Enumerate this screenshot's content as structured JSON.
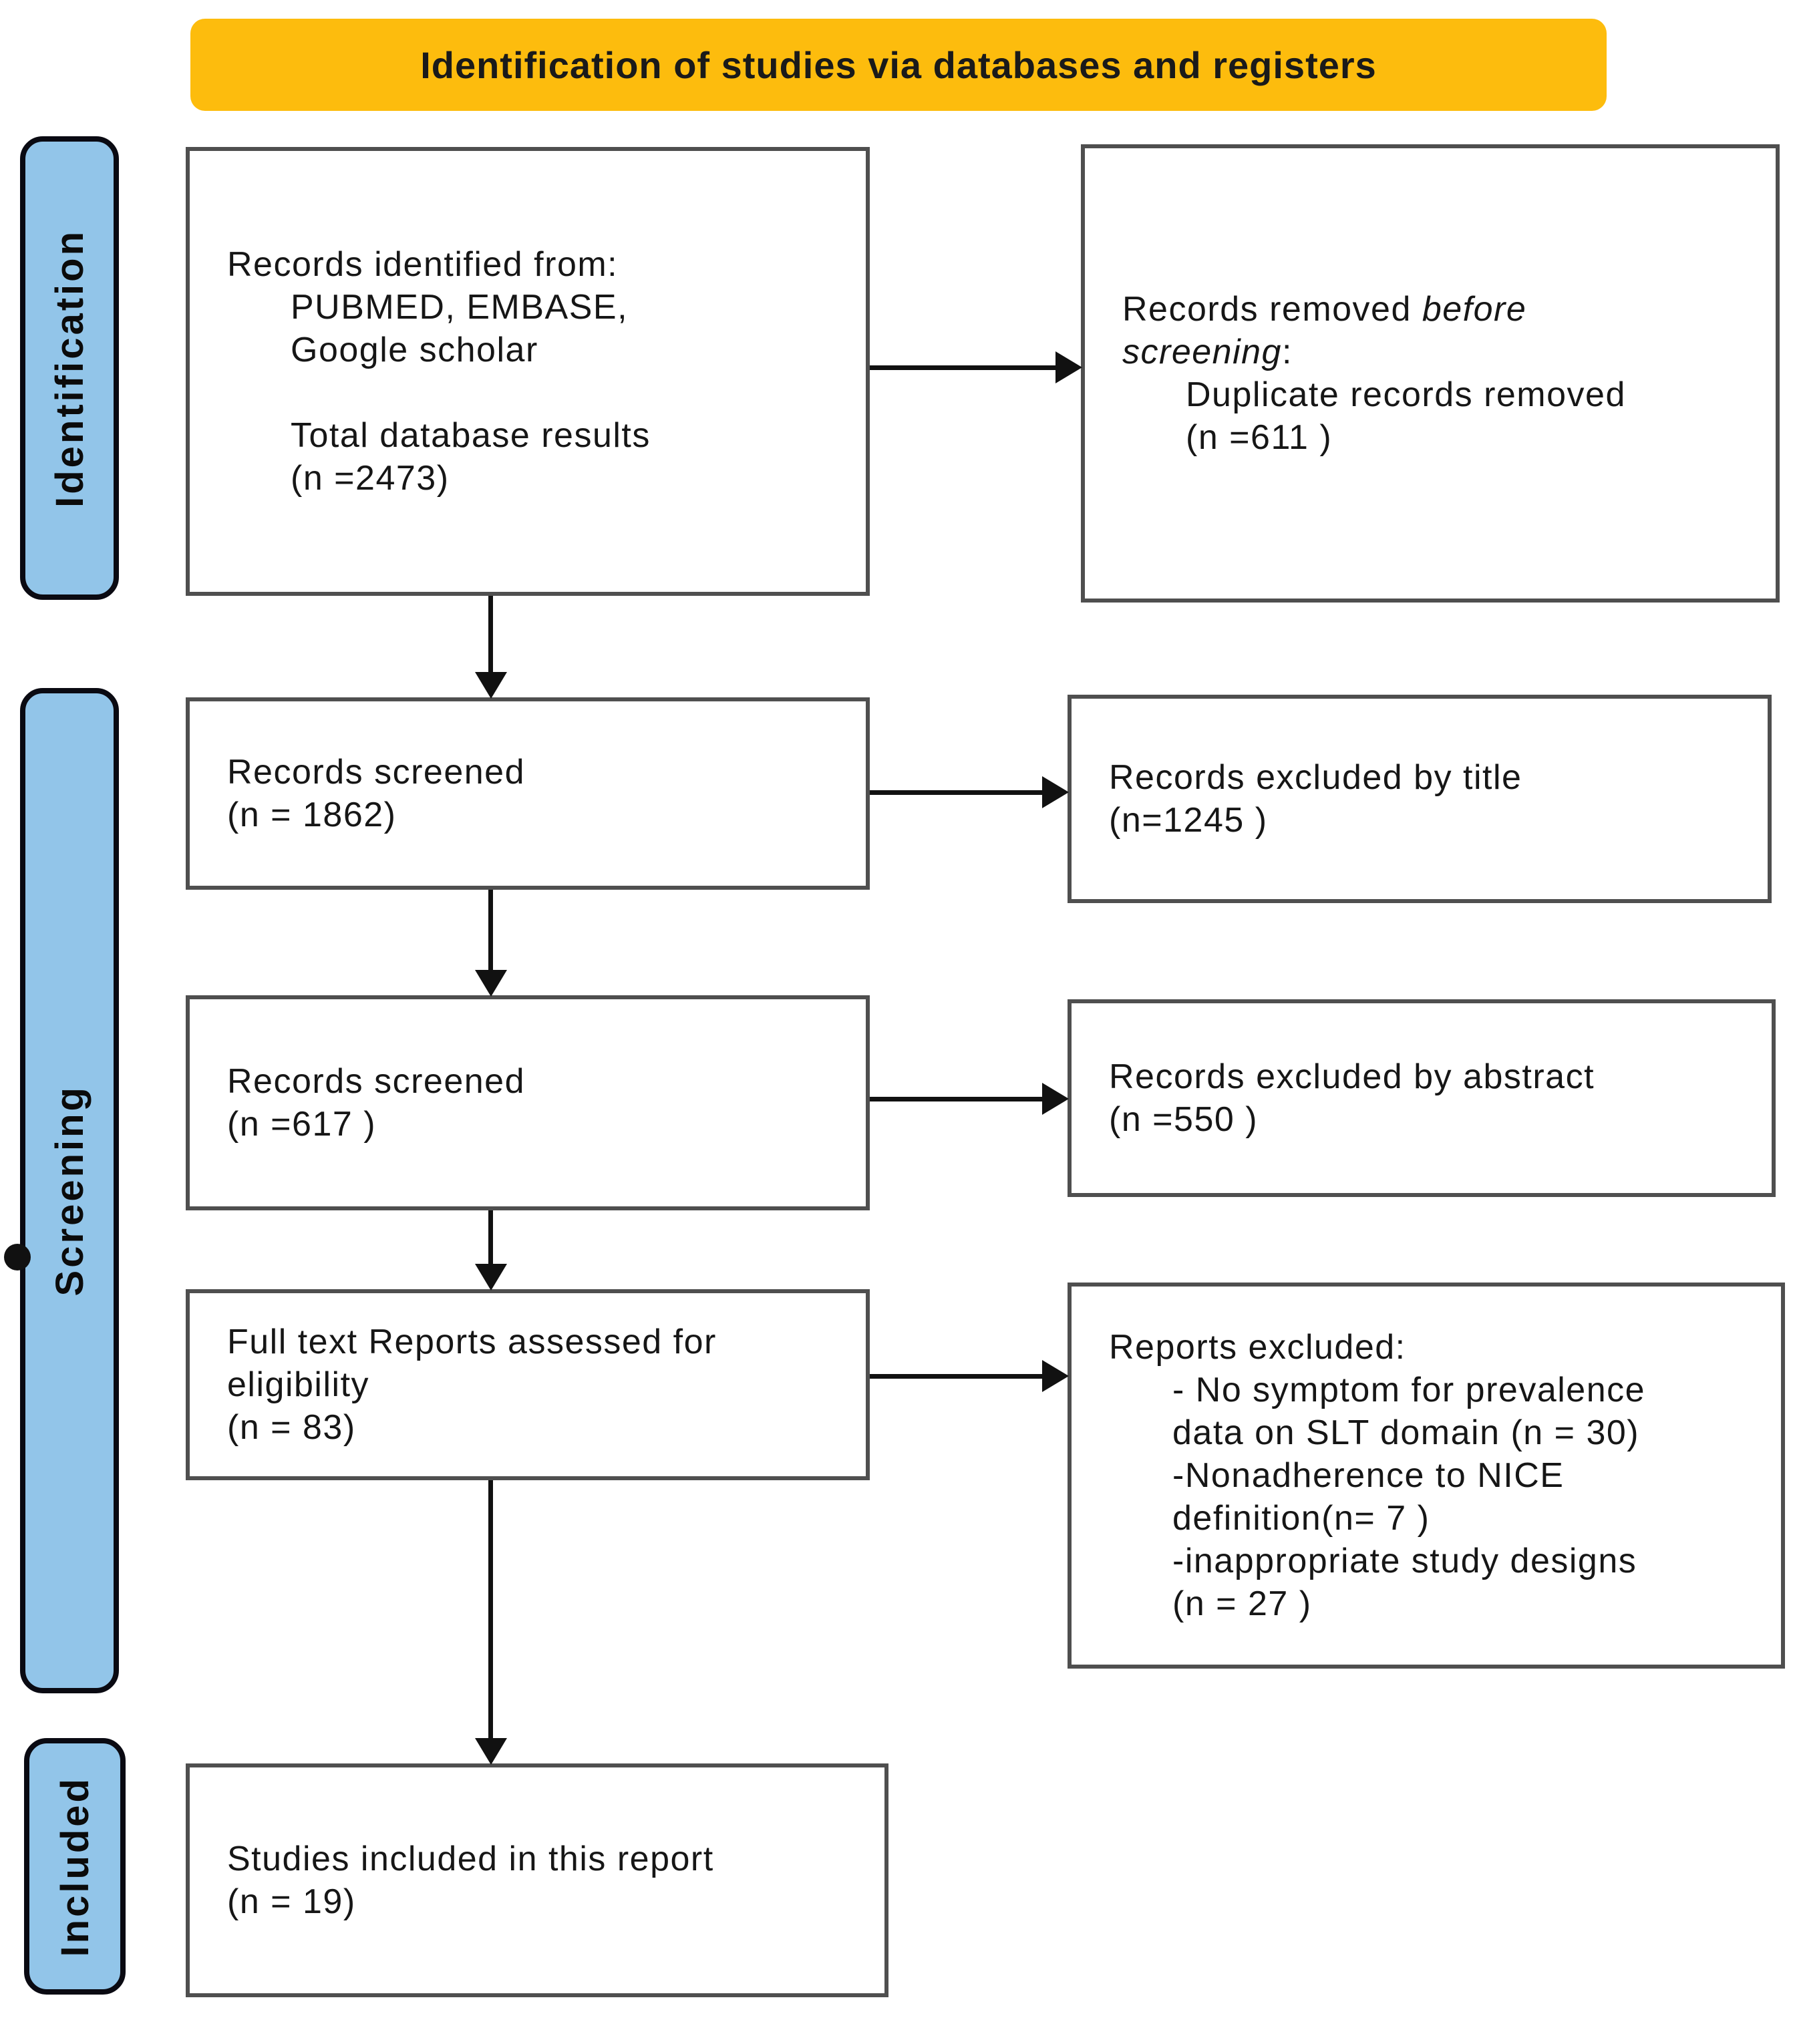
{
  "title": "Identification of studies via databases and registers",
  "sidebar": {
    "identification": "Identification",
    "screening": "Screening",
    "included": "Included"
  },
  "boxes": {
    "records_identified": {
      "lines": [
        "Records identified from:",
        "PUBMED, EMBASE,",
        "Google scholar",
        "Total database results",
        "(n =2473)"
      ]
    },
    "records_removed": {
      "l1_normal": "Records removed ",
      "l1_italic": "before",
      "l2_italic": "screening",
      "l2_normal": ":",
      "l3": "Duplicate records removed",
      "l4": "(n =611 )"
    },
    "records_screened_title": {
      "lines": [
        "Records screened",
        "(n = 1862)"
      ]
    },
    "records_excluded_title": {
      "lines": [
        "Records excluded by title",
        "(n=1245 )"
      ]
    },
    "records_screened_abstract": {
      "lines": [
        "Records screened",
        "(n =617 )"
      ]
    },
    "records_excluded_abstract": {
      "lines": [
        "Records excluded by abstract",
        "(n =550 )"
      ]
    },
    "fulltext_assessed": {
      "lines": [
        "Full text Reports assessed for",
        "eligibility",
        "(n = 83)"
      ]
    },
    "reports_excluded": {
      "lines": [
        "Reports excluded:",
        "- No symptom for prevalence",
        "data on SLT domain (n = 30)",
        "-Nonadherence to NICE",
        "definition(n= 7 )",
        "-inappropriate study designs",
        "(n = 27 )"
      ]
    },
    "studies_included": {
      "lines": [
        "Studies included in this report",
        "(n = 19)"
      ]
    }
  },
  "colors": {
    "banner_bg": "#FDBC0D",
    "banner_text": "#1A1A1A",
    "phase_bar_bg": "#92C5E9",
    "phase_bar_border": "#0A0A12",
    "box_border": "#4F4F4F",
    "arrow": "#111111"
  }
}
